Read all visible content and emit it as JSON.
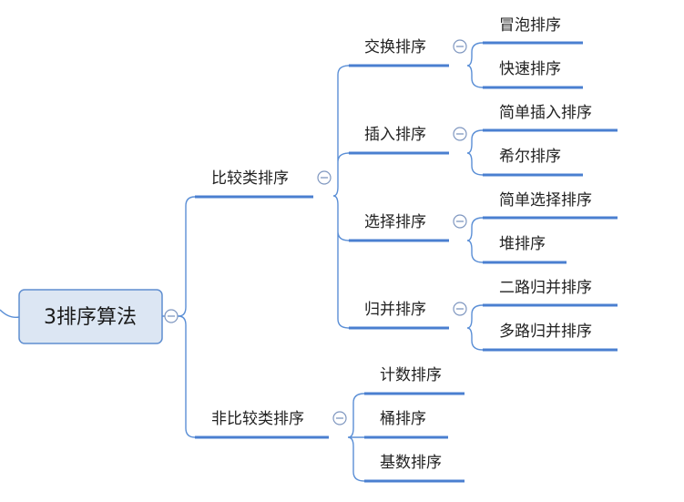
{
  "root": {
    "label": "3排序算法"
  },
  "branches": {
    "comparison": {
      "label": "比较类排序",
      "groups": {
        "exchange": {
          "label": "交换排序",
          "leaves": [
            "冒泡排序",
            "快速排序"
          ]
        },
        "insertion": {
          "label": "插入排序",
          "leaves": [
            "简单插入排序",
            "希尔排序"
          ]
        },
        "selection": {
          "label": "选择排序",
          "leaves": [
            "简单选择排序",
            "堆排序"
          ]
        },
        "merge": {
          "label": "归并排序",
          "leaves": [
            "二路归并排序",
            "多路归并排序"
          ]
        }
      }
    },
    "non_comparison": {
      "label": "非比较类排序",
      "leaves": [
        "计数排序",
        "桶排序",
        "基数排序"
      ]
    }
  },
  "colors": {
    "line": "#4a7fd0",
    "connector": "#5b8fd6",
    "root_fill": "#dce6f3",
    "root_border": "#5f8ed0",
    "collapse": "#7f97c0"
  }
}
